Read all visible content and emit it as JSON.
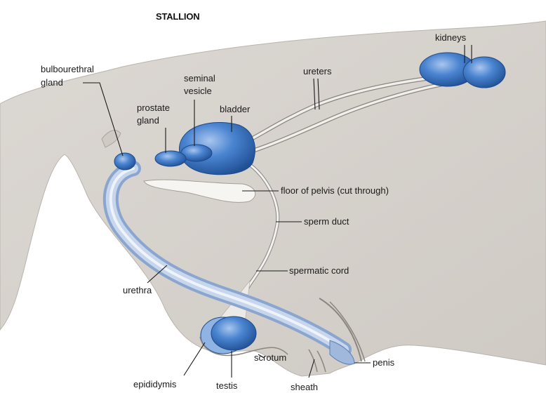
{
  "title": "STALLION",
  "labels": {
    "kidneys": "kidneys",
    "ureters": "ureters",
    "bulbourethral_line1": "bulbourethral",
    "bulbourethral_line2": "gland",
    "seminal_line1": "seminal",
    "seminal_line2": "vesicle",
    "prostate_line1": "prostate",
    "prostate_line2": "gland",
    "bladder": "bladder",
    "floor_of_pelvis": "floor of pelvis (cut through)",
    "sperm_duct": "sperm duct",
    "spermatic_cord": "spermatic cord",
    "urethra": "urethra",
    "scrotum": "scrotum",
    "penis": "penis",
    "epididymis": "epididymis",
    "testis": "testis",
    "sheath": "sheath"
  },
  "colors": {
    "body": "#d7d3ce",
    "body_edge": "#b9b4ad",
    "organ": "#3f78c8",
    "organ_dark": "#24569e",
    "organ_light": "#8fb3e3",
    "urethra_fill": "#b9cce6",
    "duct": "#f2f2f2",
    "pelvis_floor": "#f7f5f1"
  }
}
